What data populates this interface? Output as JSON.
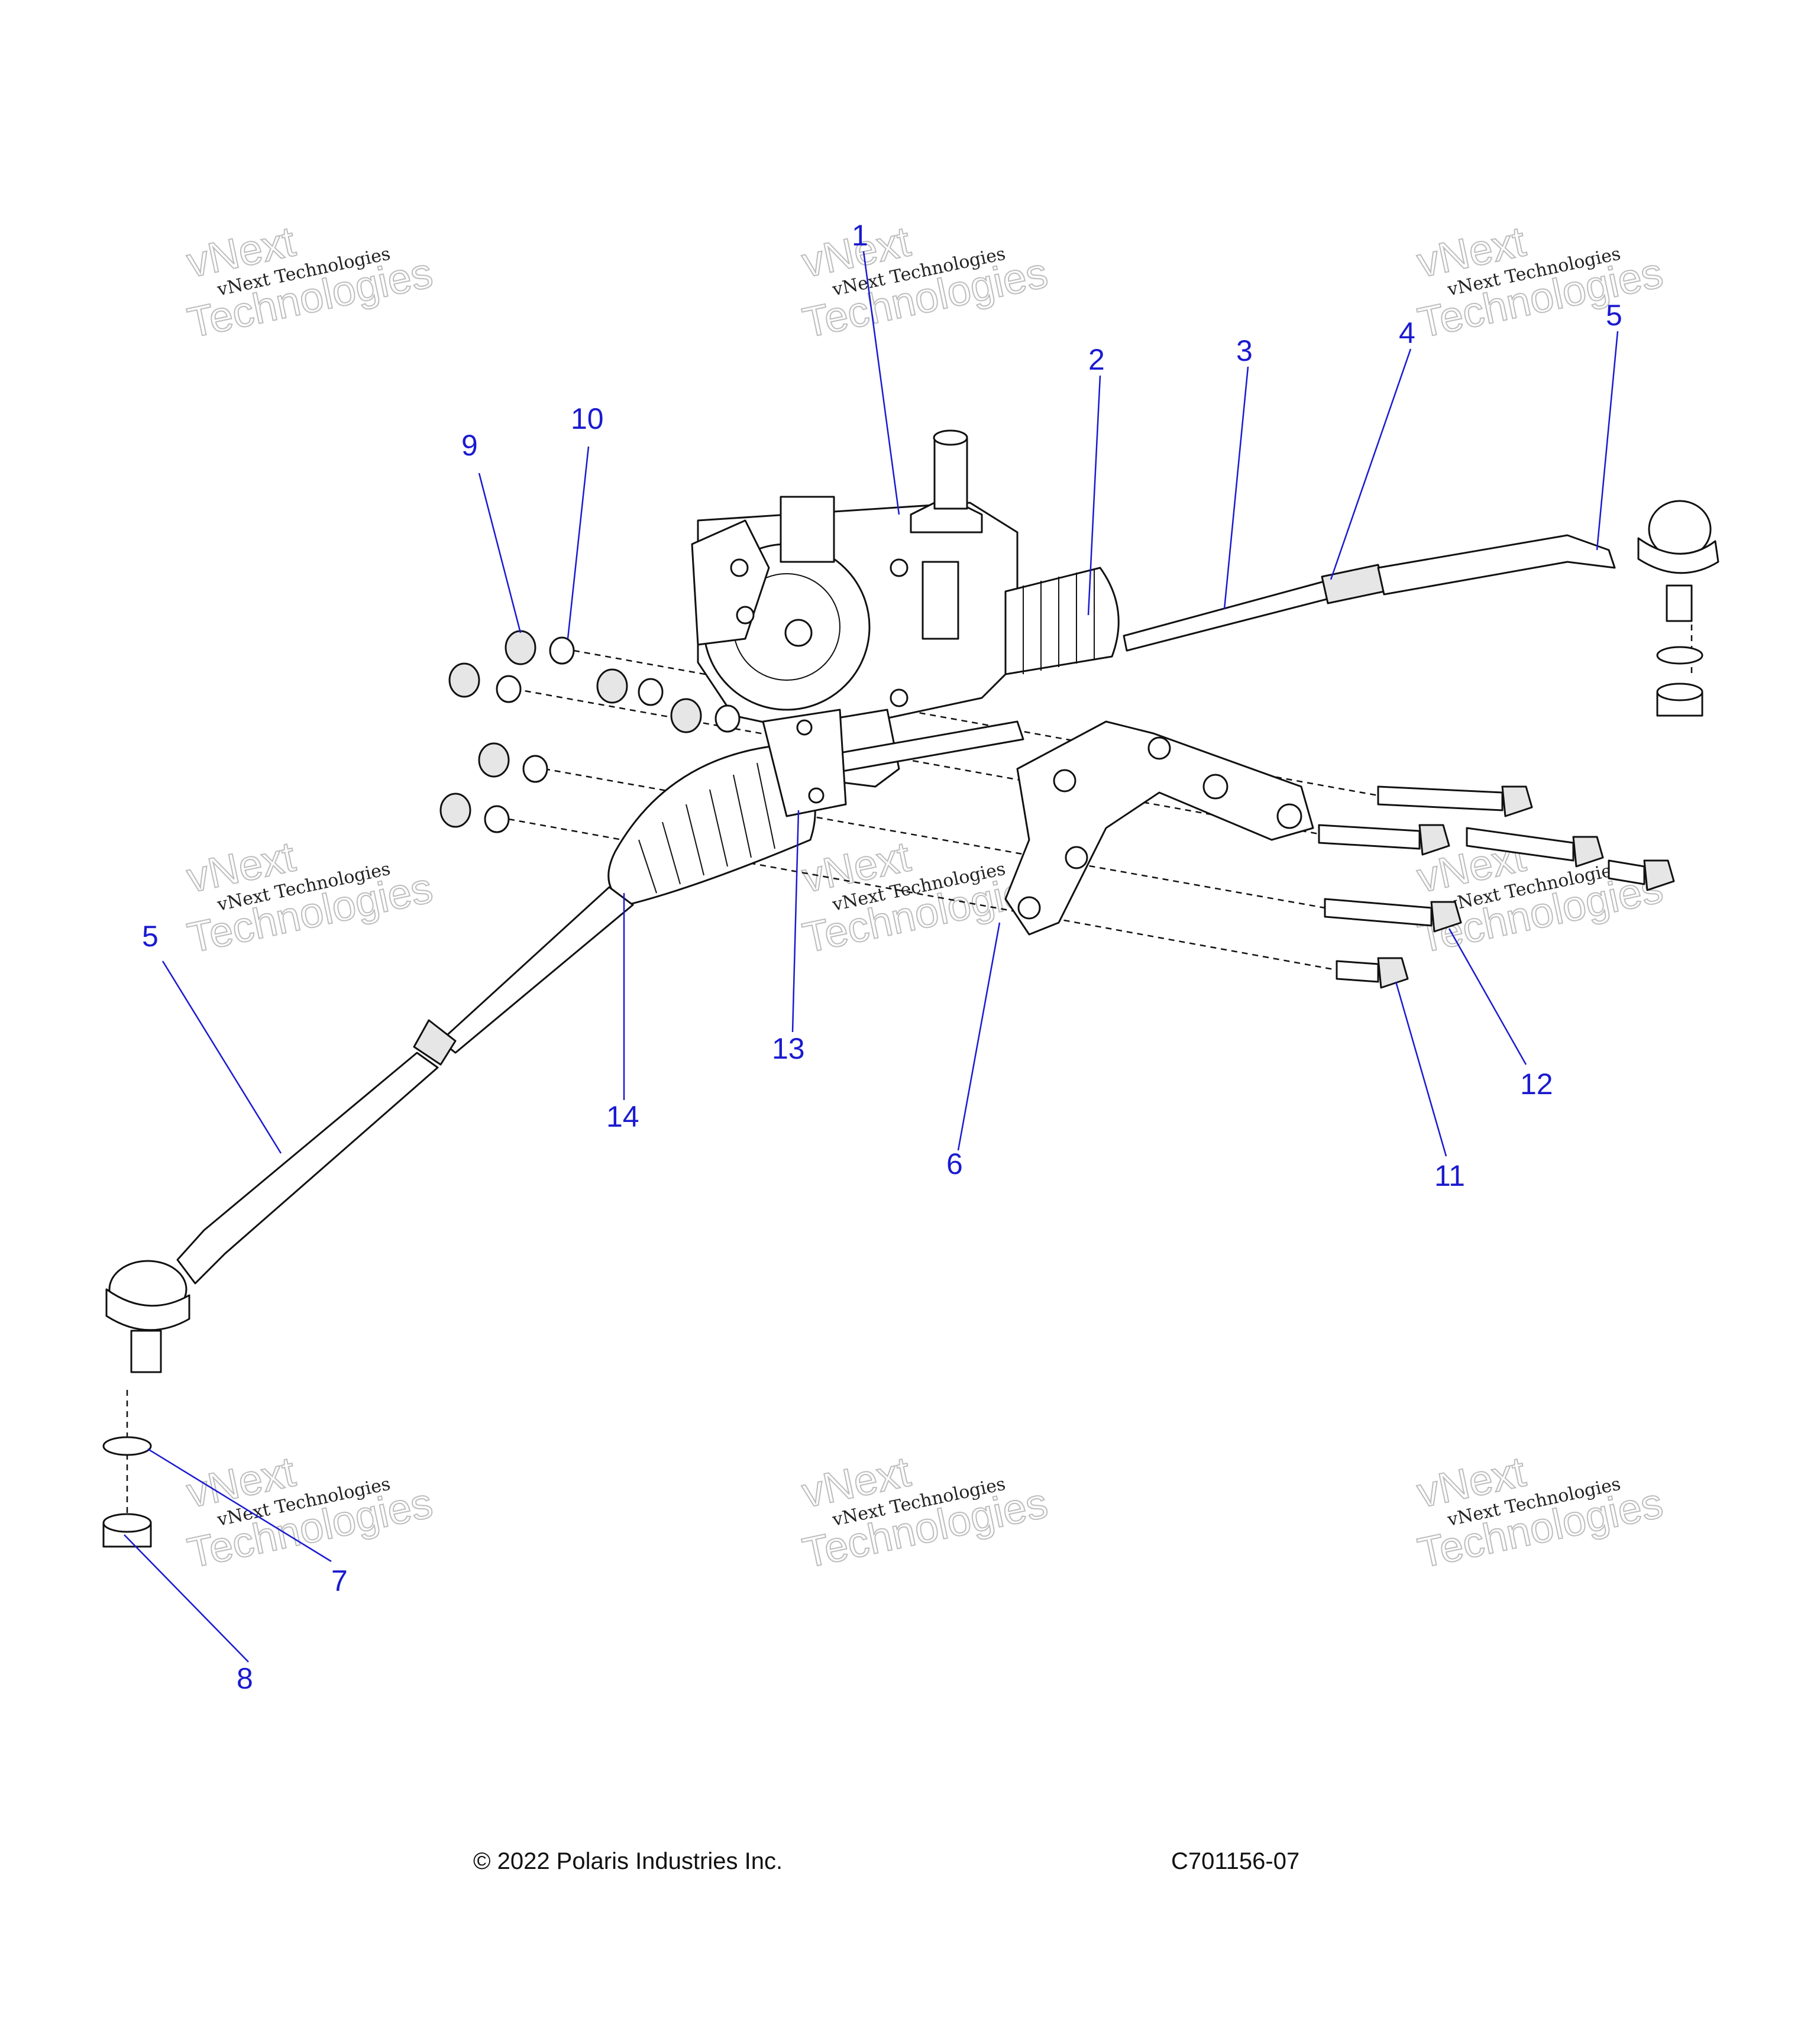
{
  "callouts": [
    {
      "label": "1"
    },
    {
      "label": "2"
    },
    {
      "label": "3"
    },
    {
      "label": "4"
    },
    {
      "label": "5"
    },
    {
      "label": "5"
    },
    {
      "label": "6"
    },
    {
      "label": "7"
    },
    {
      "label": "8"
    },
    {
      "label": "9"
    },
    {
      "label": "10"
    },
    {
      "label": "11"
    },
    {
      "label": "12"
    },
    {
      "label": "13"
    },
    {
      "label": "14"
    }
  ],
  "watermark": {
    "line1": "vNext Technologies",
    "line2": "vNext",
    "line3": "Technologies"
  },
  "footer": {
    "copyright": "© 2022 Polaris Industries Inc.",
    "drawing_number": "C701156-07"
  },
  "colors": {
    "callout": "#1a1ad0",
    "line_art": "#111111",
    "watermark": "#bdbdbd"
  }
}
